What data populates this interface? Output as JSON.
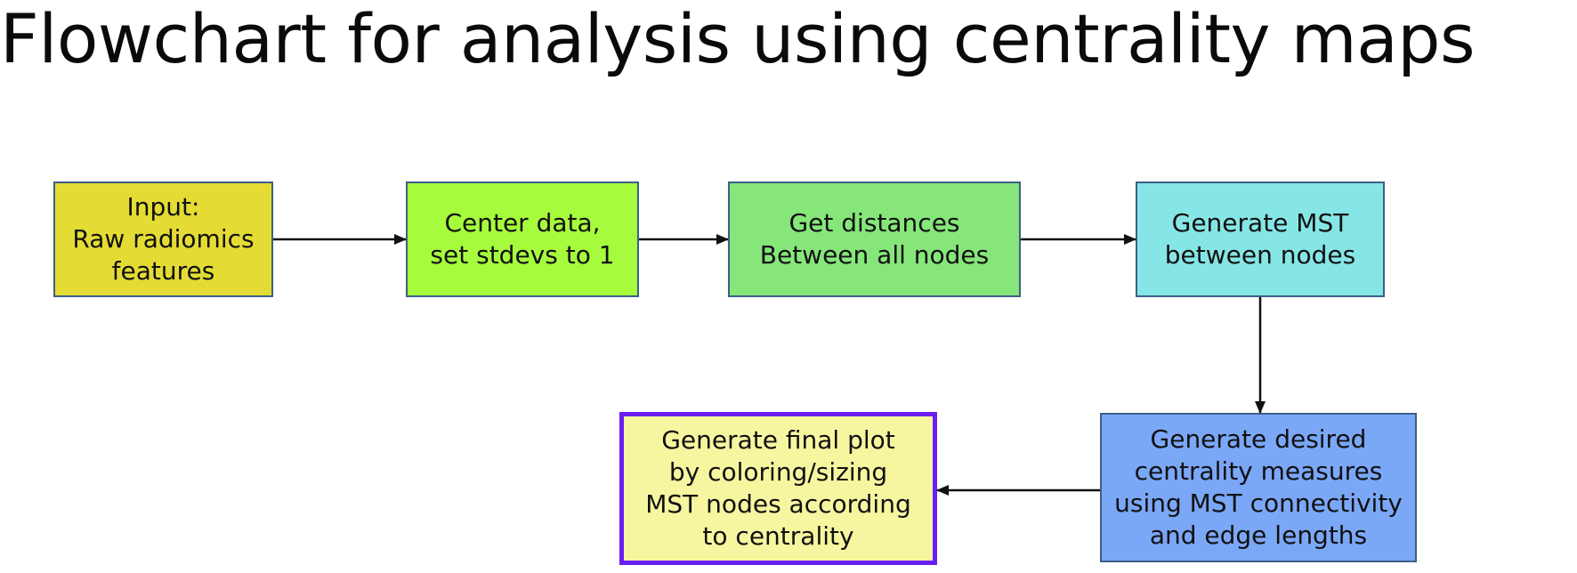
{
  "title": "Flowchart for analysis using centrality maps",
  "colors": {
    "input": "#e4dc34",
    "center": "#a6fb3d",
    "distances": "#86e67a",
    "mst": "#86e6e6",
    "centrality": "#7ba7f7",
    "final": "#f6f6a0",
    "final_border": "#6a1ff0",
    "box_border": "#3c5f86",
    "arrow": "#111111"
  },
  "nodes": {
    "input": "Input:\nRaw radiomics\nfeatures",
    "center": "Center data,\nset stdevs to 1",
    "distances": "Get distances\nBetween all nodes",
    "mst": "Generate MST\nbetween nodes",
    "centrality": "Generate desired\ncentrality measures\nusing MST connectivity\nand edge lengths",
    "final": "Generate final plot\nby coloring/sizing\nMST nodes according\nto centrality"
  }
}
